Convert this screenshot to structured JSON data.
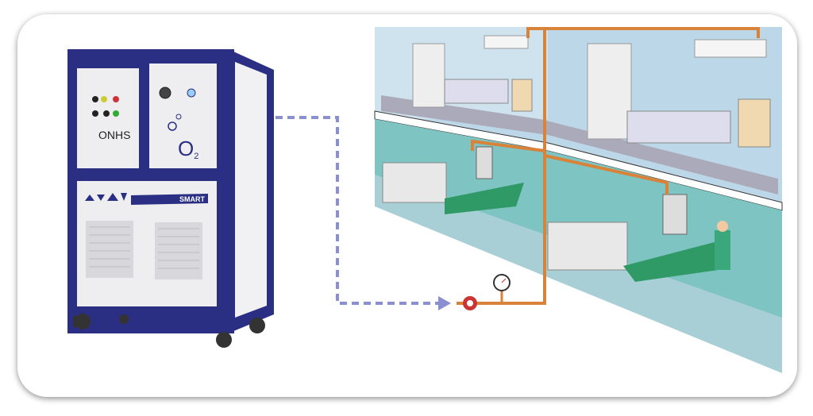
{
  "machine": {
    "brand": "ONHS",
    "gas_label": "O",
    "gas_subscript": "2",
    "model": "SMART"
  },
  "colors": {
    "frame": "#2b2f84",
    "pipe": "#d9823a",
    "dash": "#8a8fd0",
    "wall": "#a9cbe0",
    "or_wall": "#6fb9b7"
  }
}
